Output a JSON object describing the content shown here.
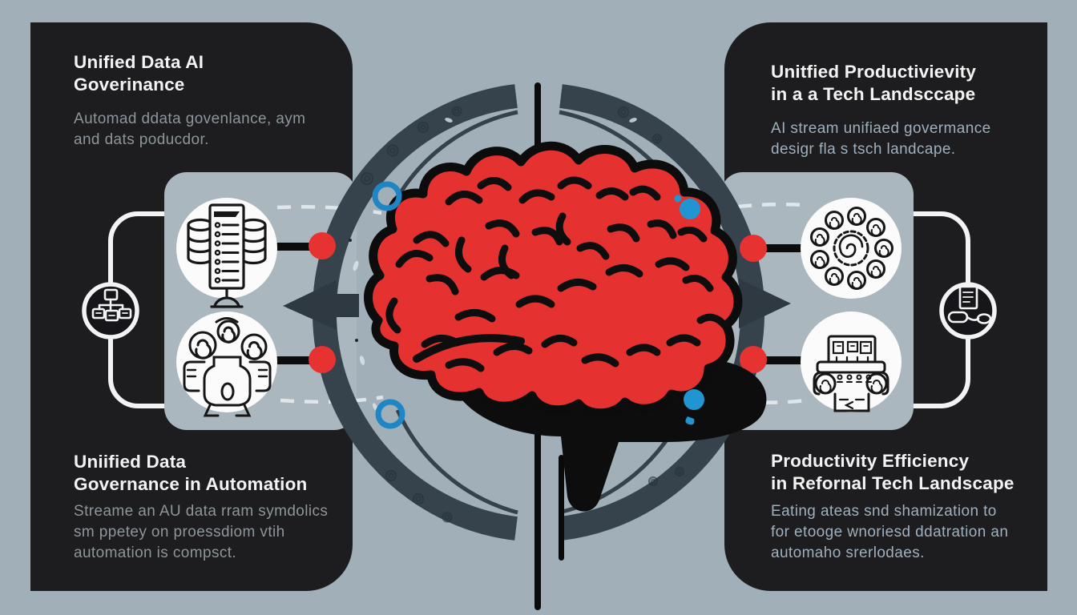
{
  "panels": {
    "top_left": {
      "title": [
        "Unified Data AI",
        "Goverinance"
      ],
      "body": [
        "Automad ddata govenlance, aym",
        "and dats poducdor."
      ]
    },
    "top_right": {
      "title": [
        "Unitfied Productivievity",
        "in a a Tech Landsccape"
      ],
      "body": [
        "AI stream unifiaed govermance",
        "desigr fla s tsch landcape."
      ]
    },
    "bottom_left": {
      "title": [
        "Uniified Data",
        "Governance in Automation"
      ],
      "body": [
        "Streame an AU data rram symdolics",
        "sm ppetey on proessdiom vtih",
        "automation is compsct."
      ]
    },
    "bottom_right": {
      "title": [
        "Productivity Efficiency",
        "in Refornal Tech Landscape"
      ],
      "body": [
        "Eating ateas snd shamization to",
        "for etooge wnoriesd ddatration an",
        "automaho srerlodaes."
      ]
    }
  },
  "center": {
    "figure": "brain-icon",
    "markers": [
      "blue-ring-nw",
      "blue-dot-ne",
      "blue-ring-sw",
      "blue-dot-se"
    ],
    "connector_dots": 4
  },
  "icons": {
    "left_top": "database-checklist-icon",
    "left_bottom": "gears-assembly-icon",
    "right_top": "gear-circle-cluster-icon",
    "right_bottom": "automation-machine-icon",
    "left_edge": "network-nodes-icon",
    "right_edge": "document-mouse-icon"
  },
  "colors": {
    "background": "#a1afb8",
    "panel": "#1d1c1e",
    "brain_red": "#e5312f",
    "connector_red": "#e63230",
    "accent_blue": "#2095d1",
    "band_slate": "#36424c",
    "white": "#fbfbfb"
  }
}
